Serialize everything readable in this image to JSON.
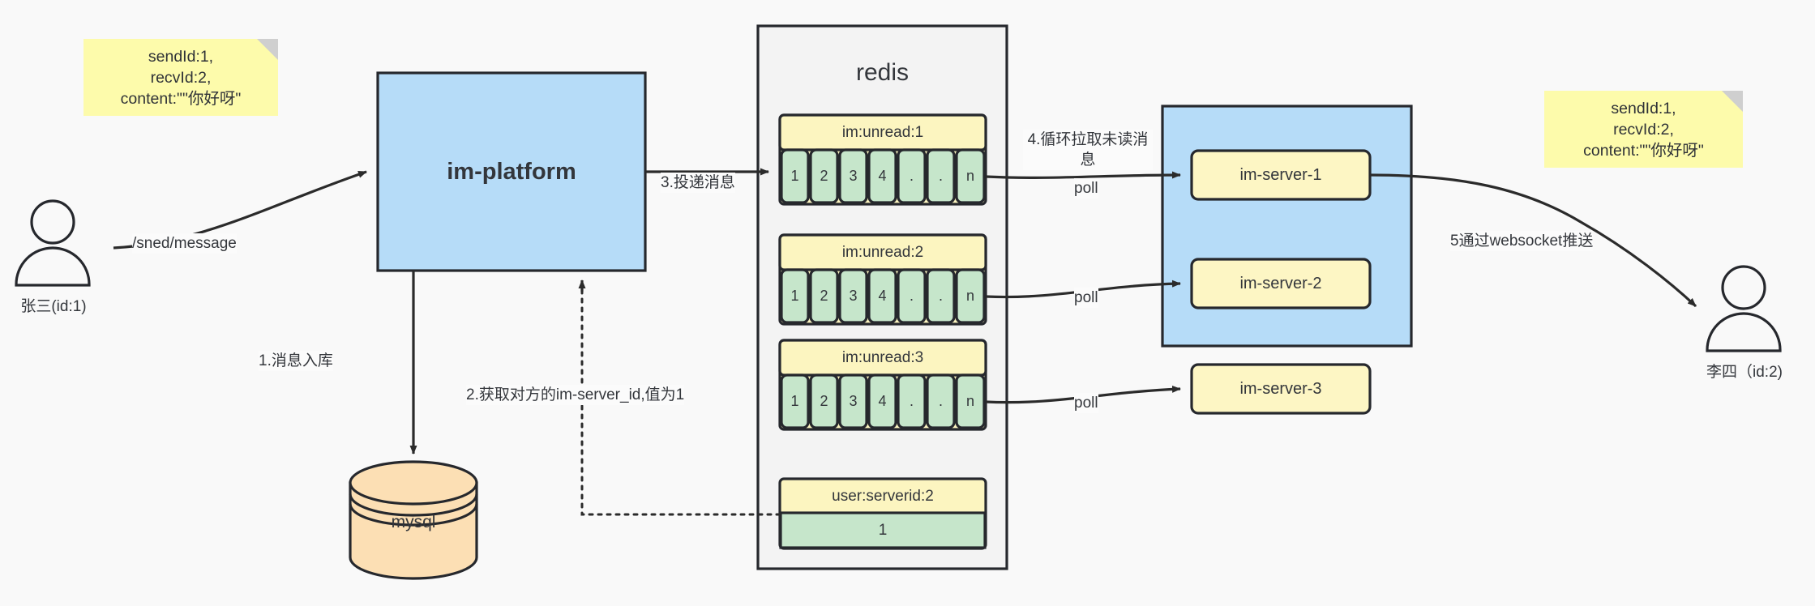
{
  "diagram": {
    "title_node_platform": "im-platform",
    "redis_title": "redis",
    "mysql_label": "mysql"
  },
  "actors": [
    {
      "name": "sender",
      "label": "张三(id:1)"
    },
    {
      "name": "receiver",
      "label": "李四（id:2)"
    }
  ],
  "notes": [
    {
      "name": "note-left",
      "text": "sendId:1,\nrecvId:2,\ncontent:\"\"你好呀\""
    },
    {
      "name": "note-right",
      "text": "sendId:1,\nrecvId:2,\ncontent:\"\"你好呀\""
    }
  ],
  "edge_labels": {
    "send_message": "/sned/message",
    "step1": "1.消息入库",
    "step2": "2.获取对方的im-server_id,值为1",
    "step3": "3.投递消息",
    "step4": "4.循环拉取未读消\n息",
    "step5": "5通过websocket推送",
    "poll1": "poll",
    "poll2": "poll",
    "poll3": "poll"
  },
  "redis": {
    "title": "redis",
    "lists": [
      {
        "key": "im:unread:1",
        "cells": [
          "1",
          "2",
          "3",
          "4",
          ".",
          ".",
          "n"
        ]
      },
      {
        "key": "im:unread:2",
        "cells": [
          "1",
          "2",
          "3",
          "4",
          ".",
          ".",
          "n"
        ]
      },
      {
        "key": "im:unread:3",
        "cells": [
          "1",
          "2",
          "3",
          "4",
          ".",
          ".",
          "n"
        ]
      }
    ],
    "kv": {
      "key": "user:serverid:2",
      "value": "1"
    }
  },
  "servers": [
    {
      "label": "im-server-1"
    },
    {
      "label": "im-server-2"
    },
    {
      "label": "im-server-3"
    }
  ],
  "colors": {
    "blue_fill": "#b6dcf8",
    "yellow_note": "#fdfbab",
    "yellow_key": "#fcf5c0",
    "green_cell": "#c6e6cb",
    "orange_db": "#fcdfb4",
    "stroke": "#26282d",
    "canvas": "#f9f9f9"
  }
}
